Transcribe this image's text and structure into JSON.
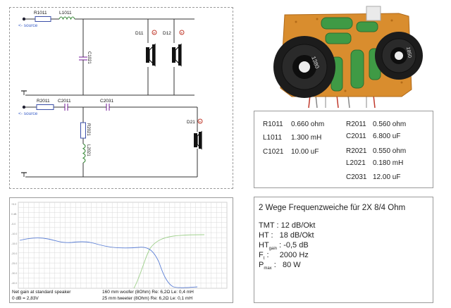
{
  "schematic": {
    "source_label_1": "<- source",
    "source_label_2": "<- source",
    "r1011": "R1011",
    "l1011": "L1011",
    "c1021": "C1021",
    "d11": "D11",
    "d12": "D12",
    "r2011": "R2011",
    "c2011": "C2011",
    "c2031": "C2031",
    "r2021": "R2021",
    "l2021": "L2021",
    "d21": "D21"
  },
  "photo": {
    "label_left": "1380",
    "label_right": "1850"
  },
  "values": {
    "left": [
      {
        "name": "R1011",
        "value": "0.660 ohm"
      },
      {
        "name": "L1011",
        "value": "1.300 mH"
      },
      {
        "name": "C1021",
        "value": "10.00 uF"
      }
    ],
    "right": [
      {
        "name": "R2011",
        "value": "0.560 ohm"
      },
      {
        "name": "C2011",
        "value": "6.800 uF"
      },
      {
        "name": "R2021",
        "value": "0.550 ohm"
      },
      {
        "name": "L2021",
        "value": "0.180 mH"
      },
      {
        "name": "C2031",
        "value": "12.00 uF"
      }
    ]
  },
  "graph": {
    "caption_l1": "Net gain at standard speaker",
    "caption_l2": "0 dB = 2,83V",
    "caption_r1": "160 mm woofer (8Ohm) Re: 6,2Ω  Le: 0,4 mH",
    "caption_r2": "25  mm tweeter (8Ohm) Re: 6,2Ω  Le: 0,1 mH",
    "colors": {
      "woofer": "#5b7fd6",
      "tweeter": "#9fd08c",
      "grid": "#d9d9d9"
    }
  },
  "specs": {
    "title": "2 Wege Frequenzweiche für 2X 8/4 Ohm",
    "tmt_label": "TMT :",
    "tmt_value": "12 dB/Okt",
    "ht_label": "HT :",
    "ht_value": "18 dB/Okt",
    "htgain_label": "HT",
    "htgain_sub": "gain",
    "htgain_value": ": -0,5 dB",
    "ft_label": "F",
    "ft_sub": "t",
    "ft_value": ":     2000 Hz",
    "pmax_label": "P",
    "pmax_sub": "max",
    "pmax_value": ":   80 W"
  }
}
